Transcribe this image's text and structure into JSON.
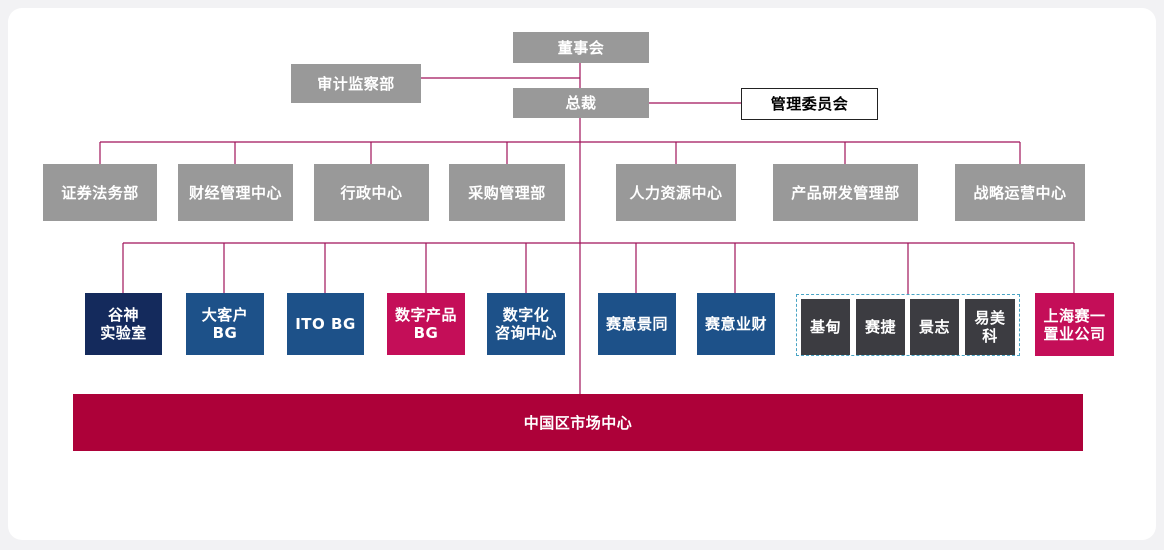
{
  "colors": {
    "line": "#a0135a",
    "gray": "#999999",
    "navy": "#142a5c",
    "blue": "#1d5189",
    "magenta": "#c40e58",
    "dark": "#3c3c41",
    "crimson": "#ad0139",
    "dashed": "#49a4c4"
  },
  "top": {
    "board": "董事会",
    "audit": "审计监察部",
    "president": "总裁",
    "committee": "管理委员会"
  },
  "functions": [
    "证券法务部",
    "财经管理中心",
    "行政中心",
    "采购管理部",
    "人力资源中心",
    "产品研发管理部",
    "战略运营中心"
  ],
  "units": [
    "谷神\n实验室",
    "大客户\nBG",
    "ITO BG",
    "数字产品\nBG",
    "数字化\n咨询中心",
    "赛意景同",
    "赛意业财"
  ],
  "subsidiaries": [
    "基甸",
    "赛捷",
    "景志",
    "易美\n科"
  ],
  "shanghai": "上海赛一\n置业公司",
  "market": "中国区市场中心"
}
